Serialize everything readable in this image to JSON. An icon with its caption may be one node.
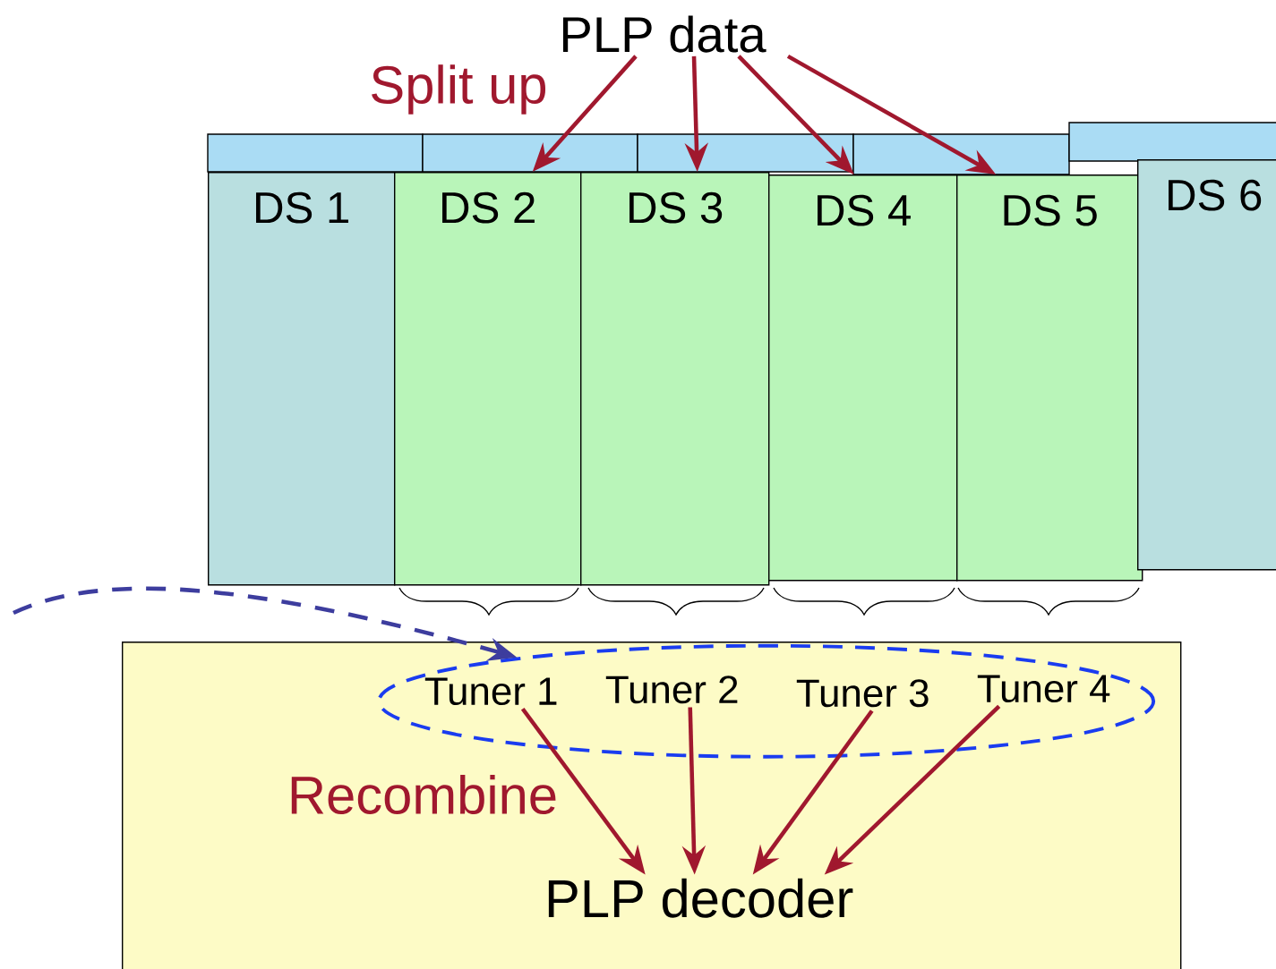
{
  "diagram": {
    "nodes": [
      {
        "text": [
          "PLP data"
        ]
      },
      {
        "text": [
          "DS 1"
        ]
      },
      {
        "text": [
          "DS 2"
        ]
      },
      {
        "text": [
          "DS 3"
        ]
      },
      {
        "text": [
          "DS 4"
        ]
      },
      {
        "text": [
          "DS 5"
        ]
      },
      {
        "text": [
          "DS 6"
        ]
      },
      {
        "text": [],
        "shape": "box"
      },
      {
        "text": [],
        "shape": "ellipse",
        "in": 7
      },
      {
        "text": [
          "Tuner 1"
        ],
        "in": 8
      },
      {
        "text": [
          "Tuner 2"
        ],
        "in": 8
      },
      {
        "text": [
          "Tuner 3"
        ],
        "in": 8
      },
      {
        "text": [
          "Tuner 4"
        ],
        "in": 8
      },
      {
        "text": [
          "PLP decoder"
        ],
        "in": 7
      }
    ],
    "edges": [
      {
        "from": 0,
        "to": 2,
        "arrow": "to"
      },
      {
        "from": 0,
        "to": 3,
        "arrow": "to"
      },
      {
        "from": 0,
        "to": 4,
        "arrow": "to"
      },
      {
        "from": 0,
        "to": 5,
        "arrow": "to"
      },
      {
        "from": 9,
        "to": 13,
        "arrow": "to"
      },
      {
        "from": 10,
        "to": 13,
        "arrow": "to"
      },
      {
        "from": 11,
        "to": 13,
        "arrow": "to"
      },
      {
        "from": 12,
        "to": 13,
        "arrow": "to"
      },
      {
        "from": null,
        "to": 8,
        "arrow": "to",
        "style": "dashed",
        "color": "#3d3d9e"
      }
    ],
    "labels": [
      "Split up",
      "Recombine"
    ]
  }
}
